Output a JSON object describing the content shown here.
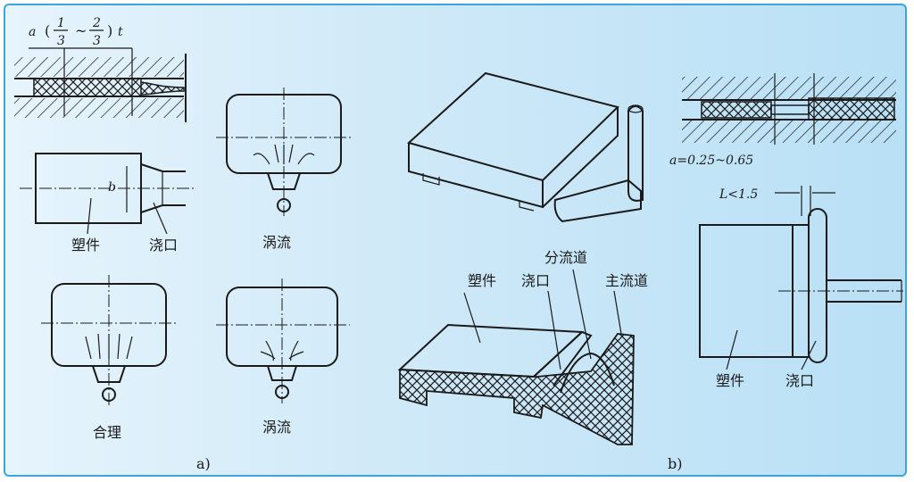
{
  "diagram_a": {
    "formula": "a=(1/3~2/3)t",
    "formula_parts": {
      "a": "a",
      "n1": "1",
      "d1": "3",
      "n2": "2",
      "d2": "3",
      "t": "t"
    },
    "dim_b": "b",
    "label_part": "塑件",
    "label_gate": "浇口",
    "label_vortex_1": "涡流",
    "label_reasonable": "合理",
    "label_vortex_2": "涡流",
    "caption": "a)"
  },
  "diagram_b": {
    "formula": "a=0.25~0.65",
    "label_part": "塑件",
    "label_gate": "浇口",
    "label_runner": "分流道",
    "label_sprue": "主流道",
    "dim_L": "L<1.5",
    "label_part_2": "塑件",
    "label_gate_2": "浇口",
    "caption": "b)"
  },
  "colors": {
    "border": "#3aa6dc",
    "background": "#cfe9f8",
    "ink": "#1a1a1a"
  }
}
